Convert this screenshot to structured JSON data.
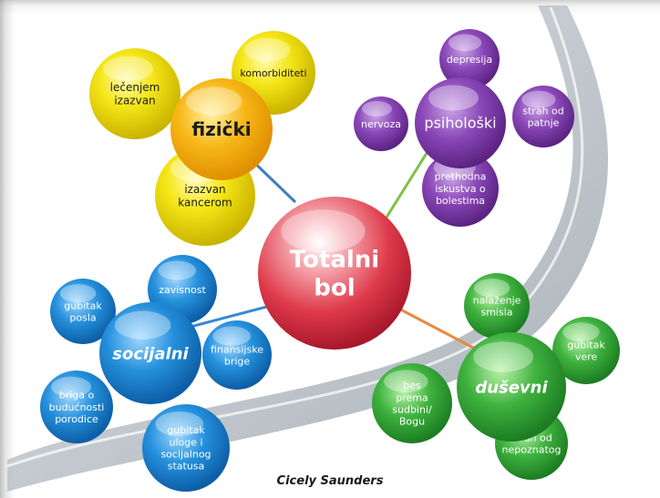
{
  "colors": {
    "yellow": "#f2e20e",
    "purple": "#7a3aa8",
    "blue": "#1f86d2",
    "green": "#3bae3b",
    "red": "#d8313f"
  },
  "center": {
    "line1": "Totalni",
    "line2": "bol"
  },
  "fizicki": {
    "label": "fizički",
    "items": [
      {
        "lines": [
          "lečenjem",
          "izazvan"
        ]
      },
      {
        "lines": [
          "komorbiditeti"
        ]
      },
      {
        "lines": [
          "izazvan",
          "kancerom"
        ]
      }
    ]
  },
  "psiholoski": {
    "label": "psihološki",
    "items": [
      {
        "lines": [
          "depresija"
        ]
      },
      {
        "lines": [
          "nervoza"
        ]
      },
      {
        "lines": [
          "strah od",
          "patnje"
        ]
      },
      {
        "lines": [
          "prethodna",
          "iskustva o",
          "bolestima"
        ]
      }
    ]
  },
  "socijalni": {
    "label": "socijalni",
    "items": [
      {
        "lines": [
          "zavisnost"
        ]
      },
      {
        "lines": [
          "gubitak",
          "posla"
        ]
      },
      {
        "lines": [
          "finansijske",
          "brige"
        ]
      },
      {
        "lines": [
          "briga o",
          "budućnosti",
          "porodice"
        ]
      },
      {
        "lines": [
          "gubitak",
          "uloge i",
          "socijalnog",
          "statusa"
        ]
      }
    ]
  },
  "duhovni": {
    "label": "duševni",
    "items": [
      {
        "lines": [
          "nalaženje",
          "smisla"
        ]
      },
      {
        "lines": [
          "gubitak",
          "vere"
        ]
      },
      {
        "lines": [
          "bes",
          "prema",
          "sudbini/",
          "Bogu"
        ]
      },
      {
        "lines": [
          "strah od",
          "nepoznatog"
        ]
      }
    ]
  },
  "caption": "Cicely Saunders"
}
